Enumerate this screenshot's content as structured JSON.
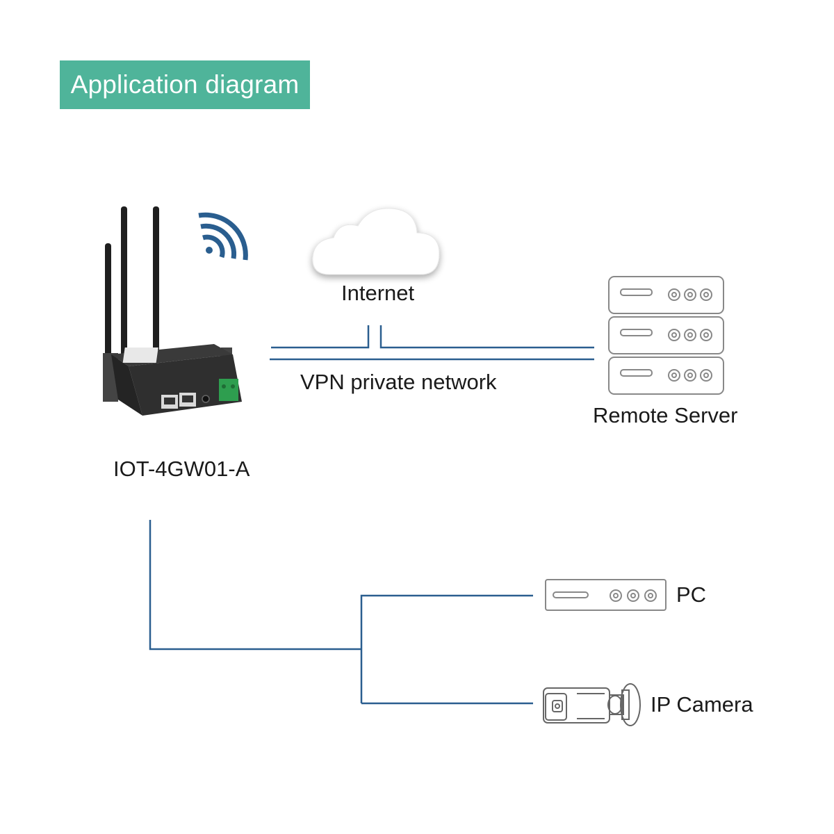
{
  "header": {
    "title": "Application diagram"
  },
  "nodes": {
    "router": {
      "label": "IOT-4GW01-A"
    },
    "internet": {
      "label": "Internet"
    },
    "remote_server": {
      "label": "Remote Server"
    },
    "pc": {
      "label": "PC"
    },
    "ip_camera": {
      "label": "IP Camera"
    }
  },
  "links": {
    "vpn": {
      "label": "VPN private network"
    }
  },
  "icons": {
    "router": "router-icon",
    "wifi": "wifi-signal-icon",
    "cloud": "cloud-icon",
    "server": "server-rack-icon",
    "pc": "pc-icon",
    "camera": "ip-camera-icon"
  },
  "colors": {
    "header_bg": "#4fb49a",
    "line": "#2a5e8f",
    "wifi": "#2a5e8f",
    "icon_stroke": "#888888"
  }
}
